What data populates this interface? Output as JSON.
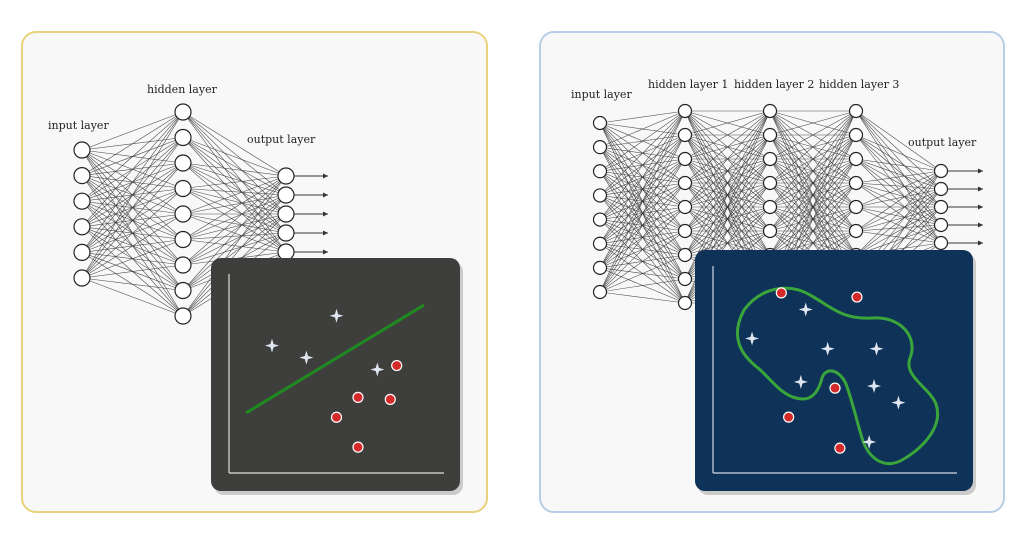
{
  "left_panel": {
    "labels": {
      "input": "input layer",
      "hidden": "hidden layer",
      "output": "output layer"
    },
    "layer_sizes": [
      6,
      9,
      5
    ],
    "border_color": "#e8d27a",
    "inset_bg": "#3e3f3d",
    "inset_axis_color": "#dddddd",
    "boundary_color": "#1f8a1f",
    "boundary_kind": "linear",
    "stars": [
      [
        0.2,
        0.64
      ],
      [
        0.36,
        0.58
      ],
      [
        0.5,
        0.79
      ],
      [
        0.69,
        0.52
      ]
    ],
    "dots": [
      [
        0.5,
        0.28
      ],
      [
        0.6,
        0.38
      ],
      [
        0.75,
        0.37
      ],
      [
        0.78,
        0.54
      ],
      [
        0.6,
        0.13
      ]
    ]
  },
  "right_panel": {
    "labels": {
      "input": "input layer",
      "hidden1": "hidden layer 1",
      "hidden2": "hidden layer 2",
      "hidden3": "hidden layer 3",
      "output": "output layer"
    },
    "layer_sizes": [
      8,
      9,
      9,
      9,
      5
    ],
    "border_color": "#b7cde8",
    "inset_bg": "#0f3358",
    "inset_axis_color": "#cfd8e6",
    "boundary_color": "#3aa53a",
    "boundary_kind": "curved",
    "stars": [
      [
        0.38,
        0.79
      ],
      [
        0.16,
        0.65
      ],
      [
        0.47,
        0.6
      ],
      [
        0.67,
        0.6
      ],
      [
        0.36,
        0.44
      ],
      [
        0.66,
        0.42
      ],
      [
        0.76,
        0.34
      ],
      [
        0.64,
        0.15
      ]
    ],
    "dots": [
      [
        0.28,
        0.87
      ],
      [
        0.59,
        0.85
      ],
      [
        0.5,
        0.41
      ],
      [
        0.31,
        0.27
      ],
      [
        0.52,
        0.12
      ]
    ]
  },
  "colors": {
    "neuron_fill": "#ffffff",
    "neuron_stroke": "#222222",
    "edge": "#333333",
    "star": "#dfe6f0",
    "dot_fill": "#d42a2a",
    "dot_stroke": "#ffffff"
  }
}
